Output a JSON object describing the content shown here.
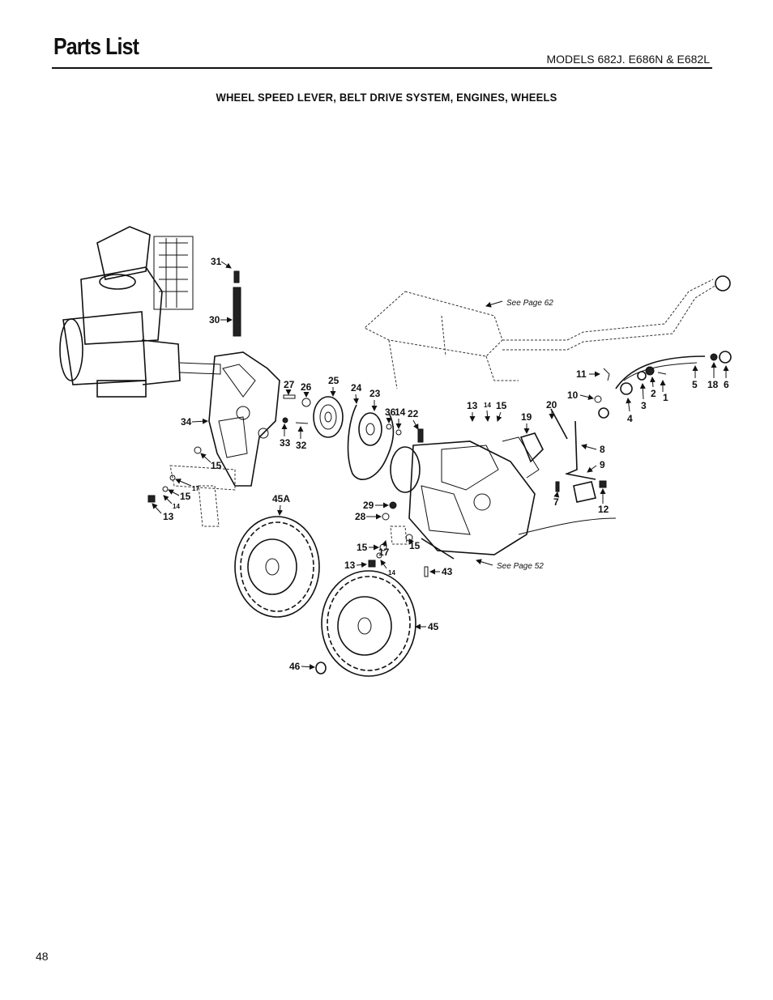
{
  "header": {
    "title": "Parts List",
    "models": "MODELS  682J. E686N & E682L"
  },
  "section": {
    "title": "WHEEL SPEED LEVER, BELT DRIVE SYSTEM, ENGINES, WHEELS"
  },
  "diagram": {
    "references": [
      "See Page 62",
      "See Page 52"
    ],
    "callouts": [
      "1",
      "2",
      "3",
      "4",
      "5",
      "6",
      "7",
      "8",
      "9",
      "10",
      "11",
      "12",
      "13",
      "14",
      "15",
      "17",
      "18",
      "19",
      "20",
      "22",
      "23",
      "24",
      "25",
      "26",
      "27",
      "28",
      "29",
      "30",
      "31",
      "32",
      "33",
      "34",
      "36",
      "43",
      "45",
      "45A",
      "46"
    ]
  },
  "footer": {
    "page_number": "48"
  }
}
